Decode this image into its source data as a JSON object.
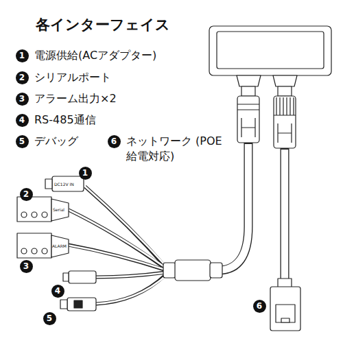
{
  "diagram": {
    "title": "各インターフェイス",
    "labels": [
      "1",
      "電源供給(ACアダプター)",
      "2",
      "シリアルポート",
      "3",
      "アラーム出力×2",
      "4",
      "RS-485通信",
      "5",
      "デバッグ",
      "6",
      "ネットワーク (POE給電対応)",
      "1",
      "2",
      "3",
      "4",
      "5",
      "6",
      "DC12V IN",
      "Serial",
      "ALARM"
    ]
  }
}
